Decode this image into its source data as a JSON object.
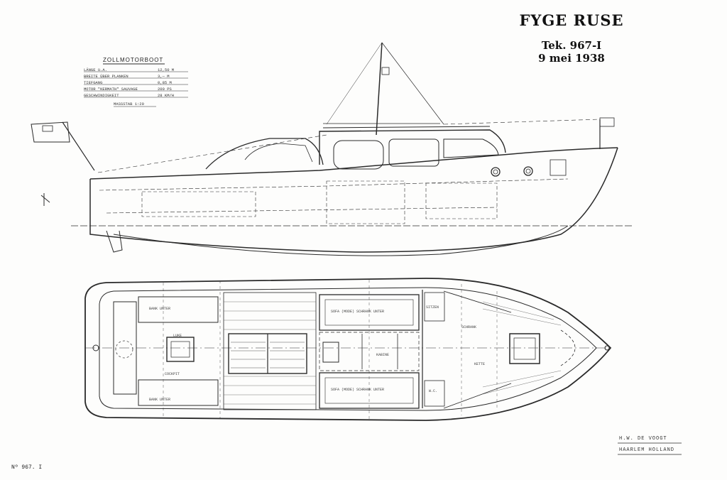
{
  "title": "FYGE RUSE",
  "drawing_ref": "Tek. 967-I",
  "date": "9 mei 1938",
  "spec_title": "ZOLLMOTORBOOT",
  "spec_rows": [
    {
      "label": "LÄNGE ü.A.",
      "value": "12,50 M"
    },
    {
      "label": "BREITE ÜBER PLANKEN",
      "value": "3,— M"
    },
    {
      "label": "TIEFGANG",
      "value": "0,85 M"
    },
    {
      "label": "MOTOR \"KERMATH\" SAUVAGE",
      "value": "200 PS"
    },
    {
      "label": "GESCHWINDIGKEIT",
      "value": "28 KM/H"
    }
  ],
  "scale": "MASSSTAB 1:20",
  "maker_name": "H.W. DE VOOGT",
  "maker_city": "HAARLEM HOLLAND",
  "drawing_number": "Nº 967. I",
  "plan_labels": [
    {
      "id": "aft-top",
      "text": "BANK UNTER"
    },
    {
      "id": "aft-bottom",
      "text": "BANK UNTER"
    },
    {
      "id": "cockpit",
      "text": "COCKPIT"
    },
    {
      "id": "luke",
      "text": "LUKE"
    },
    {
      "id": "sofa-top",
      "text": "SOFA (MODE) SCHRANK UNTER"
    },
    {
      "id": "sofa-bottom",
      "text": "SOFA (MODE) SCHRANK UNTER"
    },
    {
      "id": "kabine",
      "text": "KABINE"
    },
    {
      "id": "sitzen",
      "text": "SITZEN"
    },
    {
      "id": "wc",
      "text": "W.C."
    },
    {
      "id": "schrank",
      "text": "SCHRANK"
    },
    {
      "id": "kette",
      "text": "KETTE"
    }
  ]
}
